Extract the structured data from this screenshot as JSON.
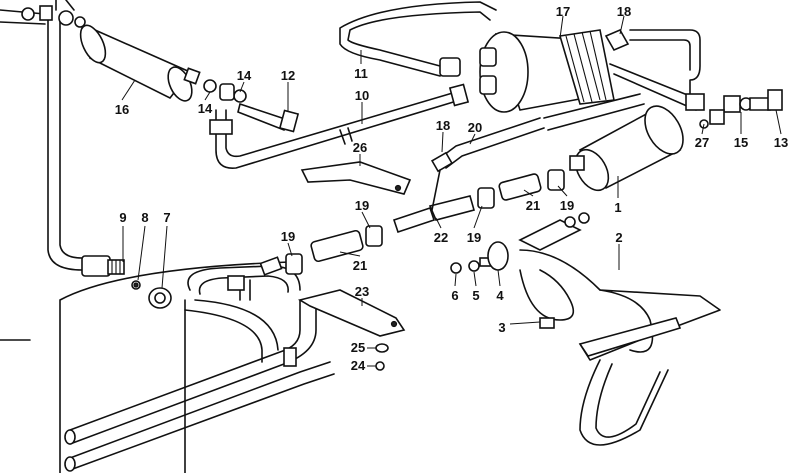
{
  "diagram": {
    "type": "exploded-parts-diagram",
    "callouts": {
      "c16": "16",
      "c14a": "14",
      "c14b": "14",
      "c12": "12",
      "c11": "11",
      "c10": "10",
      "c17": "17",
      "c18a": "18",
      "c18b": "18",
      "c20": "20",
      "c26": "26",
      "c27": "27",
      "c15": "15",
      "c13": "13",
      "c1": "1",
      "c21a": "21",
      "c19a": "19",
      "c19b": "19",
      "c22": "22",
      "c19c": "19",
      "c2": "2",
      "c9": "9",
      "c8": "8",
      "c7": "7",
      "c19d": "19",
      "c21b": "21",
      "c6": "6",
      "c5": "5",
      "c4": "4",
      "c23": "23",
      "c3": "3",
      "c25": "25",
      "c24": "24"
    }
  }
}
